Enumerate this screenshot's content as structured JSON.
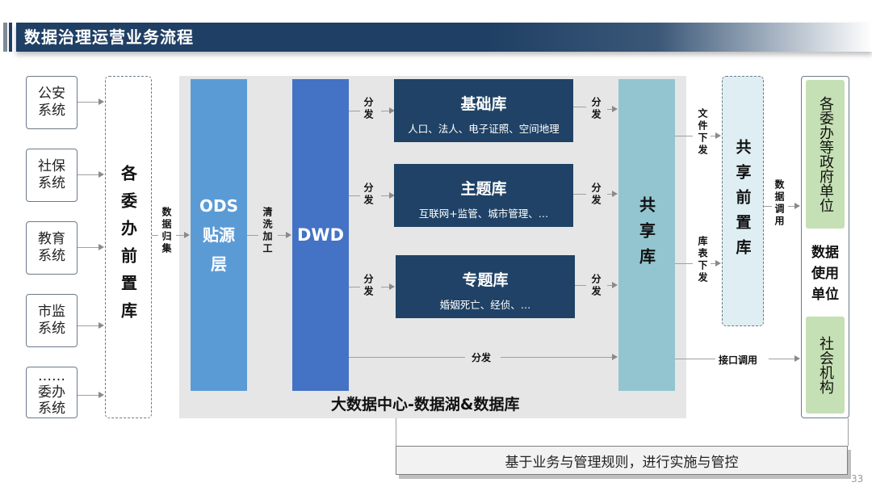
{
  "header": {
    "title": "数据治理运营业务流程"
  },
  "sources": [
    {
      "line1": "公安",
      "line2": "系统",
      "line0": ""
    },
    {
      "line1": "社保",
      "line2": "系统",
      "line0": ""
    },
    {
      "line1": "教育",
      "line2": "系统",
      "line0": ""
    },
    {
      "line1": "市监",
      "line2": "系统",
      "line0": ""
    },
    {
      "line0": "……",
      "line1": "委办",
      "line2": "系统"
    }
  ],
  "front_library": {
    "label": "各委办前置库"
  },
  "flows": {
    "collect": "数据归集",
    "clean": "清洗加工",
    "distribute": "分发",
    "file_issue": "文件下发",
    "table_issue": "库表下发",
    "data_call": "数据调用",
    "api_call": "接口调用"
  },
  "data_center": {
    "label": "大数据中心-数据湖&数据库",
    "ods": {
      "line1": "ODS",
      "line2": "贴源",
      "line3": "层"
    },
    "dwd": {
      "label": "DWD"
    },
    "libraries": [
      {
        "title": "基础库",
        "subtitle": "人口、法人、电子证照、空间地理"
      },
      {
        "title": "主题库",
        "subtitle": "互联网+监管、城市管理、…"
      },
      {
        "title": "专题库",
        "subtitle": "婚姻死亡、经侦、…"
      }
    ],
    "shared_library": {
      "label": "共享库"
    }
  },
  "shared_front_library": {
    "label": "共享前置库"
  },
  "data_users": {
    "label_lines": [
      "数据",
      "使用",
      "单位"
    ],
    "government": "各委办等政府单位",
    "social": "社会机构"
  },
  "footer": {
    "rule_text": "基于业务与管理规则，进行实施与管控",
    "page_number": "33"
  },
  "colors": {
    "header": "#1f3f64",
    "ods": "#5b9bd5",
    "dwd": "#4472c4",
    "library": "#1f4266",
    "shared_library": "#92c5cf",
    "shared_front": "#deeef2",
    "user_unit": "#c5e0b4",
    "data_center_bg": "#e6e6e6"
  }
}
